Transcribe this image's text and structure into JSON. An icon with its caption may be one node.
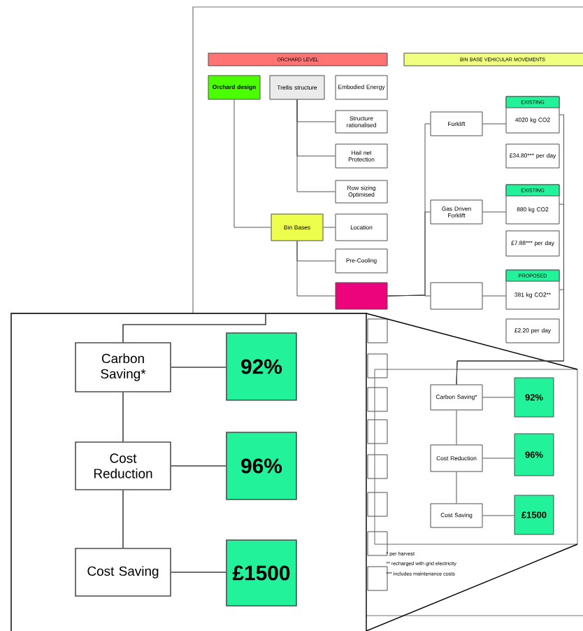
{
  "diagram": {
    "nodes": [
      {
        "text": [
          "ORCHARD LEVEL"
        ]
      },
      {
        "text": [
          "BIN BASE VEHICULAR MOVEMENTS"
        ]
      },
      {
        "text": [
          "Orchard design"
        ]
      },
      {
        "text": [
          "Trellis structure"
        ]
      },
      {
        "text": [
          "Embodied Energy"
        ]
      },
      {
        "text": [
          "Structure rationalised"
        ]
      },
      {
        "text": [
          "Hail net Protection"
        ]
      },
      {
        "text": [
          "Row sizing Optimised"
        ]
      },
      {
        "text": [
          "Bin Bases"
        ]
      },
      {
        "text": [
          "Location"
        ]
      },
      {
        "text": [
          "Pre-Cooling"
        ]
      },
      {
        "text": [],
        "shape": "box"
      },
      {
        "text": [],
        "shape": "box"
      },
      {
        "text": [],
        "shape": "box"
      },
      {
        "text": [],
        "shape": "box"
      },
      {
        "text": [],
        "shape": "box"
      },
      {
        "text": [],
        "shape": "box"
      },
      {
        "text": [],
        "shape": "box"
      },
      {
        "text": [],
        "shape": "box"
      },
      {
        "text": [],
        "shape": "box"
      },
      {
        "text": [
          "Forklift"
        ]
      },
      {
        "text": [
          "Gas Driven Forklift"
        ]
      },
      {
        "text": [],
        "shape": "box"
      },
      {
        "text": [
          "EXISTING",
          "4020 kg CO2"
        ]
      },
      {
        "text": [
          "£34.80*** per day"
        ]
      },
      {
        "text": [
          "EXISTING",
          "880 kg CO2"
        ]
      },
      {
        "text": [
          "£7.88*** per day"
        ]
      },
      {
        "text": [
          "PROPOSED",
          "381 kg CO2**"
        ]
      },
      {
        "text": [
          "£2.20 per day"
        ]
      },
      {
        "text": [
          "Carbon Saving*"
        ]
      },
      {
        "text": [
          "92%"
        ]
      },
      {
        "text": [
          "Cost Reduction"
        ]
      },
      {
        "text": [
          "96%"
        ]
      },
      {
        "text": [
          "Cost Saving"
        ]
      },
      {
        "text": [
          "£1500"
        ]
      },
      {
        "text": [
          "Carbon Saving*"
        ]
      },
      {
        "text": [
          "92%"
        ]
      },
      {
        "text": [
          "Cost Reduction"
        ]
      },
      {
        "text": [
          "96%"
        ]
      },
      {
        "text": [
          "Cost Saving"
        ]
      },
      {
        "text": [
          "£1500"
        ]
      }
    ],
    "edges": [
      {
        "from": 2,
        "to": 8,
        "arrow": "none"
      },
      {
        "from": 3,
        "to": 5,
        "arrow": "none"
      },
      {
        "from": 3,
        "to": 6,
        "arrow": "none"
      },
      {
        "from": 3,
        "to": 7,
        "arrow": "none"
      },
      {
        "from": 8,
        "to": 9,
        "arrow": "none"
      },
      {
        "from": 8,
        "to": 10,
        "arrow": "none"
      },
      {
        "from": 8,
        "to": 11,
        "arrow": "none"
      },
      {
        "from": 11,
        "to": 20,
        "arrow": "none"
      },
      {
        "from": 11,
        "to": 21,
        "arrow": "none"
      },
      {
        "from": 11,
        "to": 22,
        "arrow": "none"
      },
      {
        "from": 20,
        "to": 23,
        "arrow": "none"
      },
      {
        "from": 21,
        "to": 25,
        "arrow": "none"
      },
      {
        "from": 22,
        "to": 27,
        "arrow": "none"
      },
      {
        "from": 23,
        "to": 29,
        "arrow": "none"
      },
      {
        "from": 25,
        "to": 29,
        "arrow": "none"
      },
      {
        "from": 27,
        "to": 29,
        "arrow": "none"
      },
      {
        "from": 29,
        "to": 30,
        "arrow": "none"
      },
      {
        "from": 29,
        "to": 31,
        "arrow": "none"
      },
      {
        "from": 31,
        "to": 32,
        "arrow": "none"
      },
      {
        "from": 31,
        "to": 33,
        "arrow": "none"
      },
      {
        "from": 33,
        "to": 34,
        "arrow": "none"
      },
      {
        "from": null,
        "to": 35,
        "arrow": "none"
      },
      {
        "from": 35,
        "to": 36,
        "arrow": "none"
      },
      {
        "from": 35,
        "to": 37,
        "arrow": "none"
      },
      {
        "from": 37,
        "to": 38,
        "arrow": "none"
      },
      {
        "from": 37,
        "to": 39,
        "arrow": "none"
      },
      {
        "from": 39,
        "to": 40,
        "arrow": "none"
      }
    ],
    "labels": [
      "* per harvest",
      "** recharged with grid electricity",
      "*** includes maintenance costs"
    ]
  }
}
